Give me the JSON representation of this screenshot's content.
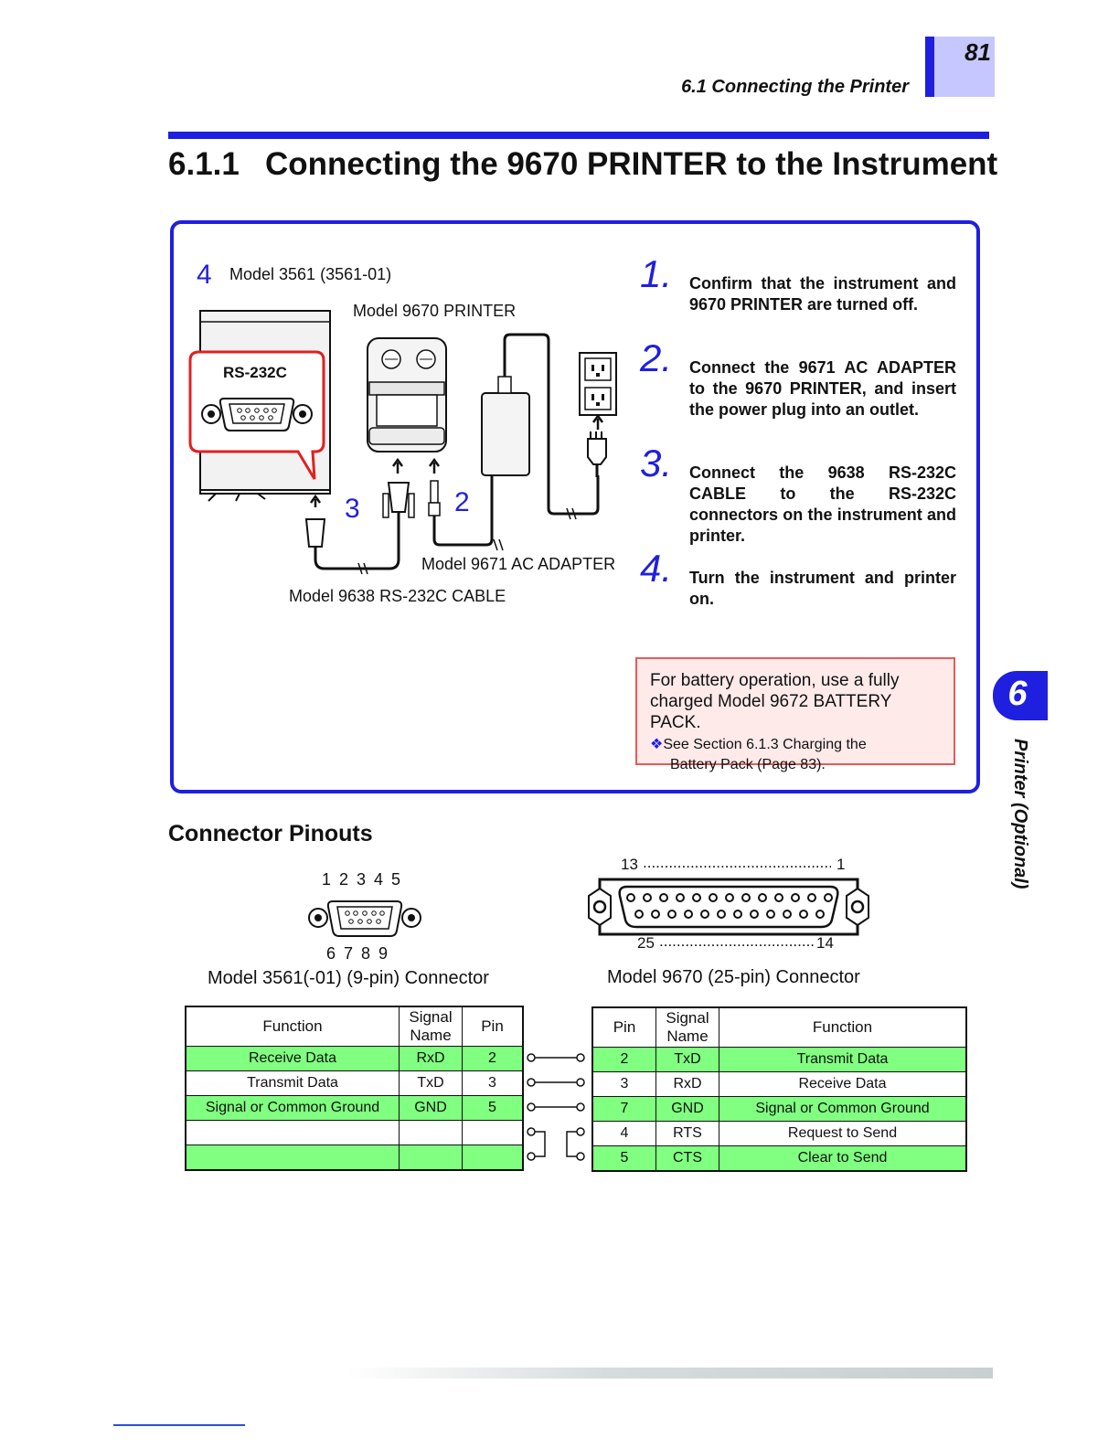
{
  "header": {
    "page_number": "81",
    "section_title": "6.1  Connecting the Printer"
  },
  "heading": {
    "number": "6.1.1",
    "title": "Connecting the 9670 PRINTER to the Instrument"
  },
  "diagram": {
    "instrument_label": "Model 3561 (3561-01)",
    "rs232c_label": "RS-232C",
    "printer_label": "Model 9670 PRINTER",
    "adapter_label": "Model 9671 AC ADAPTER",
    "cable_label": "Model 9638 RS-232C CABLE",
    "callout_2": "2",
    "callout_3": "3",
    "callout_4": "4"
  },
  "steps": [
    {
      "number": "1.",
      "text": "Confirm that the instrument and 9670 PRINTER are turned off."
    },
    {
      "number": "2.",
      "text": "Connect the 9671 AC ADAPTER to the 9670 PRINTER, and insert the power plug into an outlet."
    },
    {
      "number": "3.",
      "text": "Connect the 9638 RS-232C CABLE to the RS-232C connectors on the instrument and printer."
    },
    {
      "number": "4.",
      "text": "Turn the instrument and printer on."
    }
  ],
  "note": {
    "line1": "For battery operation, use a fully",
    "line2": "charged Model 9672 BATTERY PACK.",
    "ref_line1": "See Section 6.1.3 Charging the",
    "ref_line2": "Battery Pack (Page 83)."
  },
  "pinouts": {
    "title": "Connector Pinouts",
    "left_connector": {
      "top_pins": "1 2 3 4 5",
      "bottom_pins": "6 7 8 9",
      "caption": "Model 3561(-01) (9-pin) Connector"
    },
    "right_connector": {
      "top_left": "13",
      "top_right": "1",
      "bottom_left": "25",
      "bottom_right": "14",
      "caption": "Model 9670 (25-pin) Connector"
    },
    "left_table": {
      "headers": [
        "Function",
        "Signal Name",
        "Pin"
      ],
      "rows": [
        [
          "Receive Data",
          "RxD",
          "2"
        ],
        [
          "Transmit Data",
          "TxD",
          "3"
        ],
        [
          "Signal or Common Ground",
          "GND",
          "5"
        ],
        [
          "",
          "",
          ""
        ],
        [
          "",
          "",
          ""
        ]
      ]
    },
    "right_table": {
      "headers": [
        "Pin",
        "Signal Name",
        "Function"
      ],
      "rows": [
        [
          "2",
          "TxD",
          "Transmit Data"
        ],
        [
          "3",
          "RxD",
          "Receive Data"
        ],
        [
          "7",
          "GND",
          "Signal or Common Ground"
        ],
        [
          "4",
          "RTS",
          "Request to Send"
        ],
        [
          "5",
          "CTS",
          "Clear to Send"
        ]
      ]
    },
    "highlight_color": "#80ff80"
  },
  "side_tab": {
    "chapter": "6",
    "label": "Printer (Optional)"
  }
}
